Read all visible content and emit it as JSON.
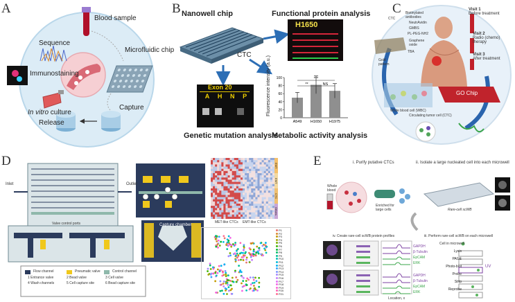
{
  "panels": {
    "a": {
      "letter": "A",
      "labels": {
        "blood_sample": "Blood sample",
        "microfluidic_chip": "Microfluidic chip",
        "sequence": "Sequence",
        "immunostaining": "Immunostaining",
        "in_vitro": "In vitro",
        "culture": " culture",
        "release": "Release",
        "capture": "Capture"
      }
    },
    "b": {
      "letter": "B",
      "labels": {
        "nanowell_chip": "Nanowell chip",
        "functional_protein": "Functional protein analysis",
        "h1650_title": "H1650",
        "ctc": "CTC",
        "exon": "Exon 20",
        "lanes": [
          "A",
          "H",
          "N",
          "P"
        ],
        "genetic_mutation": "Genetic mutation analysis",
        "metabolic_activity": "Metabolic activity analysis"
      },
      "chart_data": {
        "type": "bar",
        "categories": [
          "A549",
          "H1650",
          "H1975"
        ],
        "values": [
          50,
          82,
          67
        ],
        "errors": [
          13,
          22,
          18
        ],
        "ylabel": "Fluorescence intensity (a.u.)",
        "ylim": [
          0,
          100
        ],
        "yticks": [
          "0",
          "20",
          "40",
          "60",
          "80",
          "100"
        ],
        "significance": [
          {
            "from": "A549",
            "to": "H1650",
            "label": "**"
          },
          {
            "from": "H1650",
            "to": "H1975",
            "label": "NS"
          },
          {
            "from": "A549",
            "to": "H1975",
            "label": "***"
          }
        ]
      }
    },
    "c": {
      "letter": "C",
      "labels": {
        "visit1": "Visit 1",
        "visit1_sub": "Before treatment",
        "visit2": "Visit 2",
        "visit2_sub1": "Radio (chemo)",
        "visit2_sub2": "therapy",
        "visit3": "Visit 3",
        "visit3_sub": "After treatment",
        "ctc": "CTC",
        "biotinylated": "Biotinylated",
        "antibodies": "antibodies",
        "neutravidin": "NeutrAvidin",
        "gmbs": "GMBS",
        "peg": "PL-PEG-NH2",
        "graphene": "Graphene",
        "oxide": "oxide",
        "tba": "TBA",
        "gold": "Gold",
        "pattern": "pattern",
        "go_chip": "GO Chip",
        "wbc": "White blood cell (WBC)",
        "circulating": "Circulating tumor cell (CTC)"
      }
    },
    "d": {
      "letter": "D",
      "labels": {
        "inlet": "Inlet",
        "outlet": "Outlet",
        "valve_ports": "Valve control ports",
        "capture_chamber": "Capture chamber",
        "heat_groups": [
          "EMT",
          "EMT",
          "CTC",
          "Others"
        ],
        "heat_x1": "MET-like CTCs",
        "heat_x2": "EMT-like CTCs"
      },
      "legend": {
        "flow_channel": "Flow channel",
        "pneumatic_valve": "Pneumatic valve",
        "control_channel": "Control channel",
        "items": [
          {
            "num": "1",
            "text": "Entrance valve"
          },
          {
            "num": "2",
            "text": "Bead valve"
          },
          {
            "num": "3",
            "text": "Cell valve"
          },
          {
            "num": "4",
            "text": "Wash channels"
          },
          {
            "num": "5",
            "text": "Cell capture site"
          },
          {
            "num": "6",
            "text": "Bead capture site"
          }
        ]
      },
      "patients": [
        "P1",
        "P2",
        "P3",
        "P4",
        "P5",
        "P6",
        "P7",
        "P8",
        "P9",
        "P10",
        "P11",
        "P12",
        "P13",
        "P14",
        "P15",
        "P16",
        "P17",
        "P18",
        "P19",
        "P20",
        "P21"
      ],
      "patient_colors": [
        "#e8736c",
        "#d9892c",
        "#c49a00",
        "#a6a600",
        "#7cae00",
        "#3fb500",
        "#00b938",
        "#00bc6b",
        "#00bf96",
        "#00c0b8",
        "#00bcd8",
        "#00b4ef",
        "#36a4fb",
        "#7f96ff",
        "#a58aff",
        "#c77cff",
        "#e26ef7",
        "#f365e6",
        "#fb61d7",
        "#ff63b6",
        "#ff6c91"
      ]
    },
    "e": {
      "letter": "E",
      "labels": {
        "step1": "i. Purify putative CTCs",
        "step2": "ii. Isolate a large nucleated cell into each microwell",
        "whole": "Whole",
        "blood": "blood",
        "enriched1": "Enriched for",
        "enriched2": "large cells",
        "rare_cell": "Rare-cell scWB",
        "step4": "iv. Create rare-cell scWB protein profiles",
        "step3": "iii. Perform rare-cell scWB on each microwell",
        "cell_in_microwell": "Cell in microwell",
        "steps": [
          "Lysis",
          "PAGE",
          "Photo-blot",
          "Probe",
          "Strip",
          "Reprobe"
        ],
        "uv": "UV",
        "proteins": [
          "GAPDH",
          "β-Tubulin",
          "EpCAM",
          "ERK"
        ],
        "location": "Location, x"
      },
      "colors": {
        "gapdh": "#7b3fa0",
        "tubulin": "#7b3fa0",
        "epcam": "#3aa54a",
        "erk": "#3aa54a",
        "uv": "#7b3fa0"
      }
    }
  }
}
